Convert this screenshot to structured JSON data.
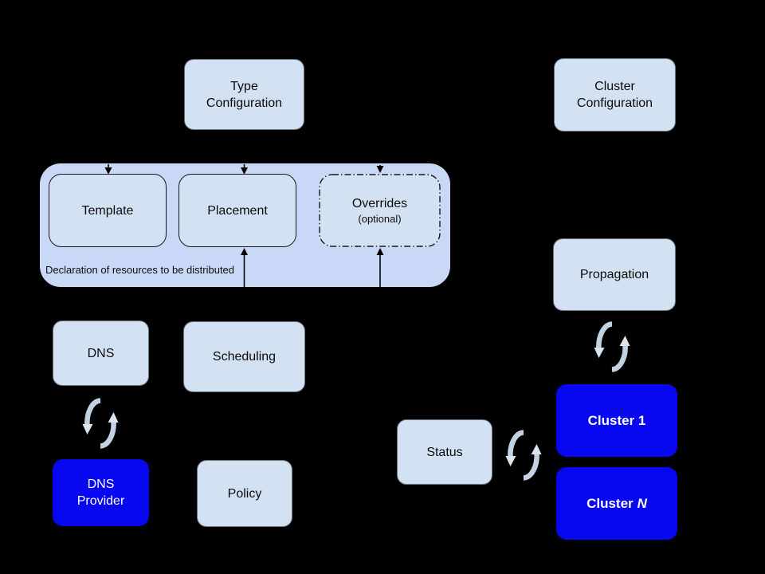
{
  "colors": {
    "background": "#000000",
    "container_fill": "#c9d8f7",
    "box_fill": "#d3e2f3",
    "highlight_fill": "#0808f0",
    "box_text": "#0b0b0b",
    "highlight_text": "#ffffff",
    "connector": "#000000",
    "sync_arc": "#c3d2e2",
    "sync_head": "#dbe5f0"
  },
  "nodes": {
    "type_config": {
      "line1": "Type",
      "line2": "Configuration"
    },
    "cluster_config": {
      "line1": "Cluster",
      "line2": "Configuration"
    },
    "template": {
      "label": "Template"
    },
    "placement": {
      "label": "Placement"
    },
    "overrides": {
      "label": "Overrides",
      "sublabel": "(optional)"
    },
    "dns": {
      "label": "DNS"
    },
    "scheduling": {
      "label": "Scheduling"
    },
    "dns_provider": {
      "line1": "DNS",
      "line2": "Provider"
    },
    "policy": {
      "label": "Policy"
    },
    "propagation": {
      "label": "Propagation"
    },
    "status": {
      "label": "Status"
    },
    "cluster_1": {
      "label": "Cluster 1"
    },
    "cluster_n": {
      "prefix": "Cluster",
      "suffix": "N"
    }
  },
  "container_caption": "Declaration of resources to be distributed",
  "icons": {
    "sync": "sync-icon"
  }
}
